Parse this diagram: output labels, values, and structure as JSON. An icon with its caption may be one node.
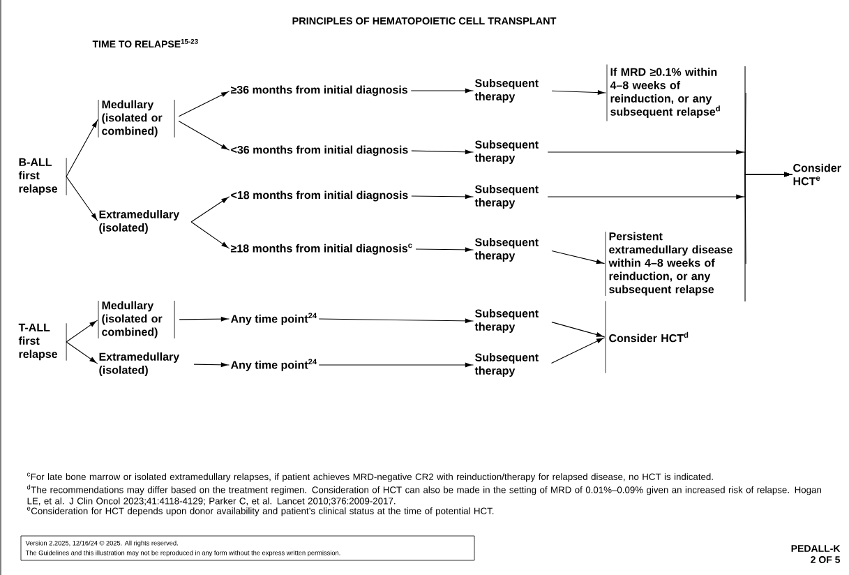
{
  "diagram": {
    "title": "PRINCIPLES OF HEMATOPOIETIC CELL TRANSPLANT",
    "nodes": [
      {
        "text": [
          "B-ALL first relapse"
        ]
      },
      {
        "text": [
          "Medullary (isolated or combined)"
        ]
      },
      {
        "text": [
          "Extramedullary (isolated)"
        ]
      },
      {
        "text": [
          "≥36 months from initial diagnosis"
        ]
      },
      {
        "text": [
          "<36 months from initial diagnosis"
        ]
      },
      {
        "text": [
          "<18 months from initial diagnosis"
        ]
      },
      {
        "text": [
          "≥18 months from initial diagnosis$^{c}$"
        ]
      },
      {
        "text": [
          "Subsequent therapy"
        ]
      },
      {
        "text": [
          "Subsequent therapy"
        ]
      },
      {
        "text": [
          "Subsequent therapy"
        ]
      },
      {
        "text": [
          "Subsequent therapy"
        ]
      },
      {
        "text": [
          "If MRD ≥0.1% within 4–8 weeks of reinduction, or any subsequent relapse$^{d}$"
        ]
      },
      {
        "text": [
          "Persistent extramedullary disease within 4–8 weeks of reinduction, or any subsequent relapse"
        ]
      },
      {
        "text": [
          "Consider HCT$^{e}$"
        ]
      },
      {
        "text": [
          "T-ALL first relapse"
        ]
      },
      {
        "text": [
          "Medullary (isolated or combined)"
        ]
      },
      {
        "text": [
          "Extramedullary (isolated)"
        ]
      },
      {
        "text": [
          "Any time point$^{24}$"
        ]
      },
      {
        "text": [
          "Any time point$^{24}$"
        ]
      },
      {
        "text": [
          "Subsequent therapy"
        ]
      },
      {
        "text": [
          "Subsequent therapy"
        ]
      },
      {
        "text": [
          "Consider HCT$^{d}$"
        ]
      }
    ],
    "edges": [
      {
        "from": 0,
        "to": 1,
        "arrow": "to"
      },
      {
        "from": 0,
        "to": 2,
        "arrow": "to"
      },
      {
        "from": 1,
        "to": 3,
        "arrow": "to"
      },
      {
        "from": 1,
        "to": 4,
        "arrow": "to"
      },
      {
        "from": 2,
        "to": 5,
        "arrow": "to"
      },
      {
        "from": 2,
        "to": 6,
        "arrow": "to"
      },
      {
        "from": 3,
        "to": 7,
        "arrow": "to"
      },
      {
        "from": 4,
        "to": 8,
        "arrow": "to"
      },
      {
        "from": 5,
        "to": 9,
        "arrow": "to"
      },
      {
        "from": 6,
        "to": 10,
        "arrow": "to"
      },
      {
        "from": 7,
        "to": 11,
        "arrow": "to"
      },
      {
        "from": 10,
        "to": 12,
        "arrow": "to"
      },
      {
        "from": 8,
        "to": 13,
        "arrow": "to"
      },
      {
        "from": 9,
        "to": 13,
        "arrow": "to"
      },
      {
        "from": 11,
        "to": 13,
        "arrow": "to"
      },
      {
        "from": 12,
        "to": 13,
        "arrow": "to"
      },
      {
        "from": 14,
        "to": 15,
        "arrow": "to"
      },
      {
        "from": 14,
        "to": 16,
        "arrow": "to"
      },
      {
        "from": 15,
        "to": 17,
        "arrow": "to"
      },
      {
        "from": 16,
        "to": 18,
        "arrow": "to"
      },
      {
        "from": 17,
        "to": 19,
        "arrow": "to"
      },
      {
        "from": 18,
        "to": 20,
        "arrow": "to"
      },
      {
        "from": 19,
        "to": 21,
        "arrow": "to"
      },
      {
        "from": 20,
        "to": 21,
        "arrow": "to"
      }
    ],
    "labels": [
      "TIME TO RELAPSE$^{15-23}$",
      "$^{c}$For late bone marrow or isolated extramedullary relapses, if patient achieves MRD-negative CR2 with reinduction/therapy for relapsed disease, no HCT is indicated.",
      "$^{d}$The recommendations may differ based on the treatment regimen. Consideration of HCT can also be made in the setting of MRD of 0.01%–0.09% given an increased risk of relapse. Hogan LE, et al. J Clin Oncol 2023;41:4118-4129; Parker C, et al. Lancet 2010;376:2009-2017.",
      "$^{e}$Consideration for HCT depends upon donor availability and patient’s clinical status at the time of potential HCT.",
      "Version 2.2025, 12/16/24 © 2025. All rights reserved.",
      "The Guidelines and this illustration may not be reproduced in any form without the express written permission.",
      "PEDALL-K",
      "2 OF 5"
    ]
  }
}
